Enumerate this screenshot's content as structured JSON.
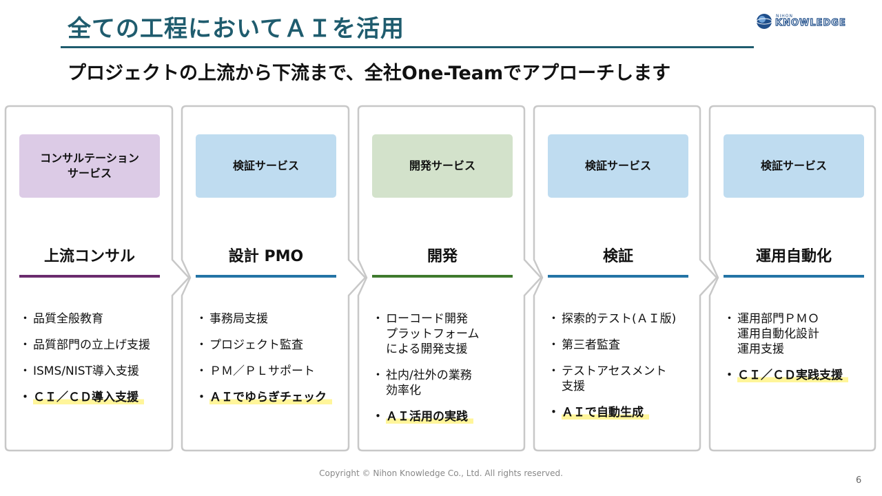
{
  "slide": {
    "title": "全ての工程においてＡＩを活用",
    "subtitle": "プロジェクトの上流から下流まで、全社One-Teamでアプローチします",
    "logo_small": "NIHON",
    "logo_big": "KNOWLEDGE",
    "footer": "Copyright © Nihon Knowledge Co., Ltd. All rights reserved.",
    "page_number": "6"
  },
  "panels": [
    {
      "tag": "コンサルテーション\nサービス",
      "tag_color": "#dccbe6",
      "heading": "上流コンサル",
      "rule_color": "#6b2c6e",
      "items": [
        {
          "text": "品質全般教育",
          "highlight": false
        },
        {
          "text": "品質部門の立上げ支援",
          "highlight": false
        },
        {
          "text": "ISMS/NIST導入支援",
          "highlight": false
        },
        {
          "text": "ＣＩ／ＣＤ導入支援",
          "highlight": true
        }
      ]
    },
    {
      "tag": "検証サービス",
      "tag_color": "#bfdcf0",
      "heading": "設計 PMO",
      "rule_color": "#2474a6",
      "items": [
        {
          "text": "事務局支援",
          "highlight": false
        },
        {
          "text": "プロジェクト監査",
          "highlight": false
        },
        {
          "text": "ＰＭ／ＰＬサポート",
          "highlight": false
        },
        {
          "text": "ＡＩでゆらぎチェック",
          "highlight": true
        }
      ]
    },
    {
      "tag": "開発サービス",
      "tag_color": "#d3e2cb",
      "heading": "開発",
      "rule_color": "#3f7a2e",
      "items": [
        {
          "text": "ローコード開発\nプラットフォーム\nによる開発支援",
          "highlight": false
        },
        {
          "text": "社内/社外の業務\n効率化",
          "highlight": false
        },
        {
          "text": "ＡＩ活用の実践",
          "highlight": true
        }
      ]
    },
    {
      "tag": "検証サービス",
      "tag_color": "#bfdcf0",
      "heading": "検証",
      "rule_color": "#2474a6",
      "items": [
        {
          "text": "探索的テスト(ＡＩ版)",
          "highlight": false
        },
        {
          "text": "第三者監査",
          "highlight": false
        },
        {
          "text": "テストアセスメント\n支援",
          "highlight": false
        },
        {
          "text": "ＡＩで自動生成",
          "highlight": true
        }
      ]
    },
    {
      "tag": "検証サービス",
      "tag_color": "#bfdcf0",
      "heading": "運用自動化",
      "rule_color": "#2474a6",
      "items": [
        {
          "text": "運用部門ＰＭＯ\n運用自動化設計\n運用支援",
          "highlight": false
        },
        {
          "text": "ＣＩ／ＣＤ実践支援",
          "highlight": true
        }
      ]
    }
  ],
  "colors": {
    "title": "#1f5c6e",
    "panel_border": "#c8c8c8",
    "highlight": "#fff59a"
  }
}
